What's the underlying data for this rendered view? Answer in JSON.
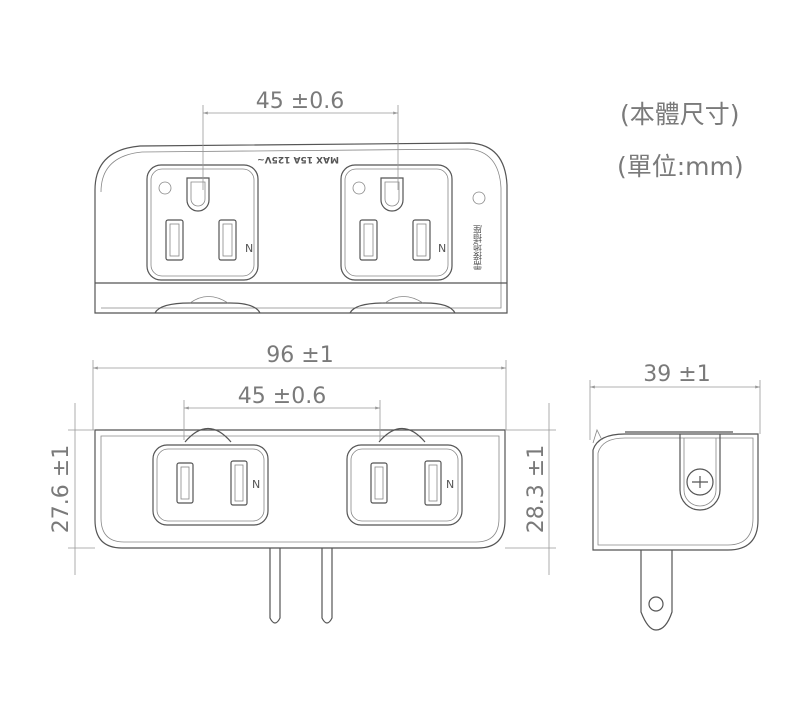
{
  "notes": {
    "body_dimensions": "(本體尺寸)",
    "unit": "(單位:mm)"
  },
  "top_view": {
    "pitch_dimension": "45 ±0.6",
    "rating_label": "MAX 15A 125V~",
    "neutral_mark": "N",
    "ground_label": "需接地插座"
  },
  "front_view": {
    "width_dimension": "96 ±1",
    "pitch_dimension": "45 ±0.6",
    "left_height_dimension": "27.6 ±1",
    "right_height_dimension": "28.3 ±1",
    "neutral_mark": "N"
  },
  "side_view": {
    "depth_dimension": "39 ±1"
  }
}
